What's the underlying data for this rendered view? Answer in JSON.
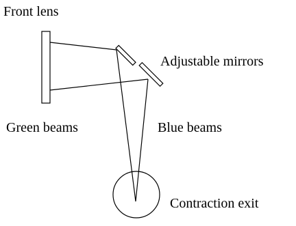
{
  "labels": {
    "front_lens": "Front lens",
    "adjustable_mirrors": "Adjustable mirrors",
    "green_beams": "Green beams",
    "blue_beams": "Blue beams",
    "contraction_exit": "Contraction exit"
  }
}
